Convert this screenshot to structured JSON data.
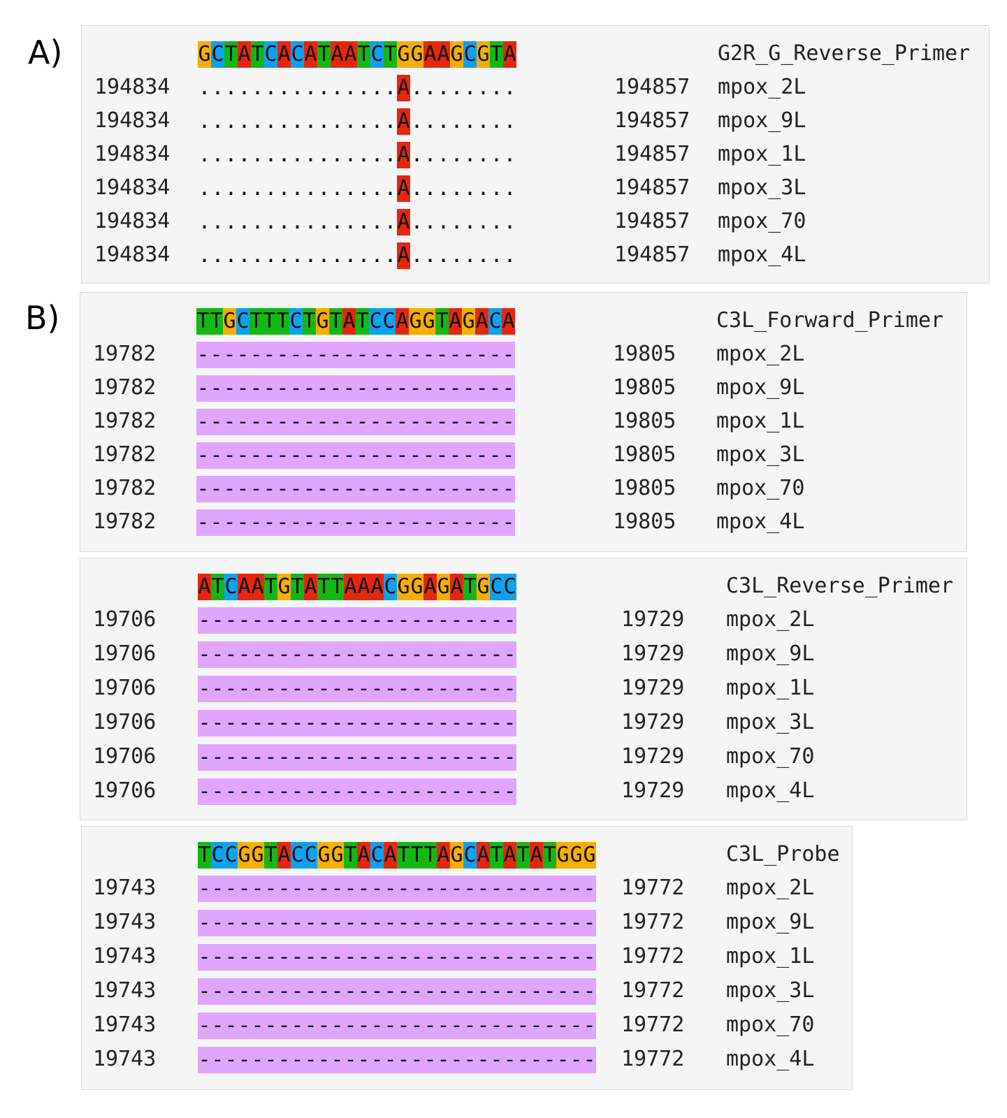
{
  "colors": {
    "A": "#e6260f",
    "C": "#0da1ef",
    "G": "#f7ae00",
    "T": "#14b814",
    "gap_highlight": "#e0a6ff",
    "panel_bg": "#f5f5f5"
  },
  "labels": {
    "a": "A)",
    "b": "B)"
  },
  "panels": [
    {
      "id": "g2r",
      "header": {
        "sequence": "GCTATCACATAATCTGGAAGCGTA",
        "name": "G2R_G_Reverse_Primer"
      },
      "rows": [
        {
          "start": "194834",
          "alignment": "...............A........",
          "end": "194857",
          "name": "mpox_2L"
        },
        {
          "start": "194834",
          "alignment": "...............A........",
          "end": "194857",
          "name": "mpox_9L"
        },
        {
          "start": "194834",
          "alignment": "...............A........",
          "end": "194857",
          "name": "mpox_1L"
        },
        {
          "start": "194834",
          "alignment": "...............A........",
          "end": "194857",
          "name": "mpox_3L"
        },
        {
          "start": "194834",
          "alignment": "...............A........",
          "end": "194857",
          "name": "mpox_70"
        },
        {
          "start": "194834",
          "alignment": "...............A........",
          "end": "194857",
          "name": "mpox_4L"
        }
      ]
    },
    {
      "id": "c3l-forward",
      "header": {
        "sequence": "TTGCTTTCTGTATCCAGGTAGACA",
        "name": "C3L_Forward_Primer"
      },
      "rows": [
        {
          "start": "19782",
          "alignment": "------------------------",
          "end": "19805",
          "name": "mpox_2L"
        },
        {
          "start": "19782",
          "alignment": "------------------------",
          "end": "19805",
          "name": "mpox_9L"
        },
        {
          "start": "19782",
          "alignment": "------------------------",
          "end": "19805",
          "name": "mpox_1L"
        },
        {
          "start": "19782",
          "alignment": "------------------------",
          "end": "19805",
          "name": "mpox_3L"
        },
        {
          "start": "19782",
          "alignment": "------------------------",
          "end": "19805",
          "name": "mpox_70"
        },
        {
          "start": "19782",
          "alignment": "------------------------",
          "end": "19805",
          "name": "mpox_4L"
        }
      ]
    },
    {
      "id": "c3l-reverse",
      "header": {
        "sequence": "ATCAATGTATTAAACGGAGATGCC",
        "name": "C3L_Reverse_Primer"
      },
      "rows": [
        {
          "start": "19706",
          "alignment": "------------------------",
          "end": "19729",
          "name": "mpox_2L"
        },
        {
          "start": "19706",
          "alignment": "------------------------",
          "end": "19729",
          "name": "mpox_9L"
        },
        {
          "start": "19706",
          "alignment": "------------------------",
          "end": "19729",
          "name": "mpox_1L"
        },
        {
          "start": "19706",
          "alignment": "------------------------",
          "end": "19729",
          "name": "mpox_3L"
        },
        {
          "start": "19706",
          "alignment": "------------------------",
          "end": "19729",
          "name": "mpox_70"
        },
        {
          "start": "19706",
          "alignment": "------------------------",
          "end": "19729",
          "name": "mpox_4L"
        }
      ]
    },
    {
      "id": "c3l-probe",
      "header": {
        "sequence": "TCCGGTACCGGTACATTTAGCATATATGGG",
        "name": "C3L_Probe"
      },
      "rows": [
        {
          "start": "19743",
          "alignment": "------------------------------",
          "end": "19772",
          "name": "mpox_2L"
        },
        {
          "start": "19743",
          "alignment": "------------------------------",
          "end": "19772",
          "name": "mpox_9L"
        },
        {
          "start": "19743",
          "alignment": "------------------------------",
          "end": "19772",
          "name": "mpox_1L"
        },
        {
          "start": "19743",
          "alignment": "------------------------------",
          "end": "19772",
          "name": "mpox_3L"
        },
        {
          "start": "19743",
          "alignment": "------------------------------",
          "end": "19772",
          "name": "mpox_70"
        },
        {
          "start": "19743",
          "alignment": "------------------------------",
          "end": "19772",
          "name": "mpox_4L"
        }
      ]
    }
  ]
}
